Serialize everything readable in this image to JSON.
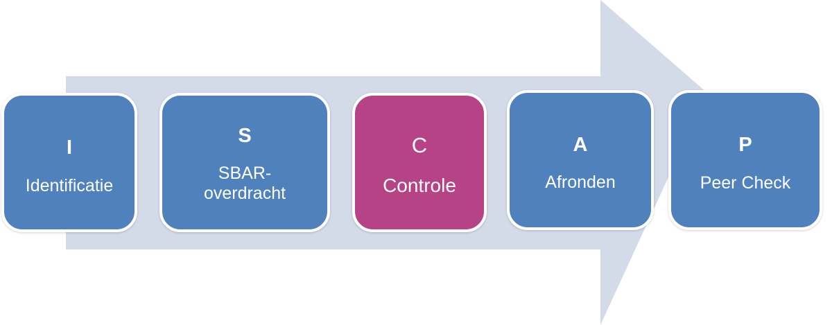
{
  "diagram": {
    "colors": {
      "arrow": "#d3dae8",
      "step": "#4f81bd",
      "active_step": "#b54386",
      "border": "#ffffff",
      "text": "#ffffff"
    },
    "steps": [
      {
        "letter": "I",
        "label": "Identificatie",
        "active": false
      },
      {
        "letter": "S",
        "label": "SBAR-\noverdracht",
        "active": false
      },
      {
        "letter": "C",
        "label": "Controle",
        "active": true
      },
      {
        "letter": "A",
        "label": "Afronden",
        "active": false
      },
      {
        "letter": "P",
        "label": "Peer Check",
        "active": false
      }
    ]
  }
}
